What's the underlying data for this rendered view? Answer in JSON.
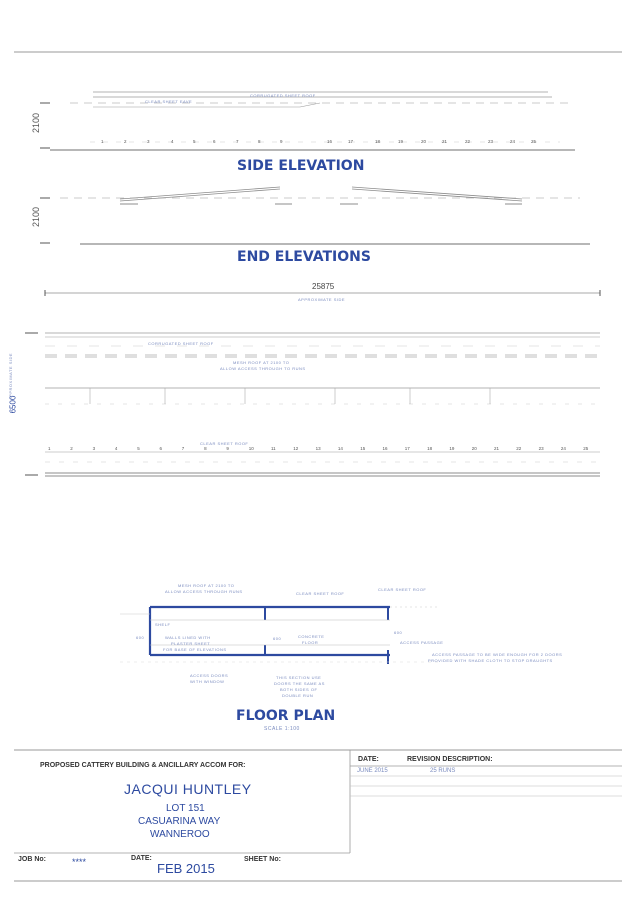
{
  "drawing": {
    "side_elevation": {
      "title": "SIDE ELEVATION",
      "height_dim": "2100",
      "roof_label": "CORRUGATED SHEET ROOF",
      "sheet_label": "CLEAR SHEET EAVE",
      "bay_numbers": [
        "1",
        "2",
        "3",
        "4",
        "5",
        "6",
        "7",
        "8",
        "9",
        "16",
        "17",
        "18",
        "19",
        "20",
        "21",
        "22",
        "23",
        "24",
        "25"
      ]
    },
    "end_elevations": {
      "title": "END ELEVATIONS",
      "height_dim": "2100"
    },
    "plan_section": {
      "length_dim": "25875",
      "length_note": "APPROXIMATE SIDE",
      "width_dim": "6500",
      "width_note": "APPROXIMATE SIDE",
      "roof_note": "CORRUGATED SHEET ROOF",
      "mesh_note_1": "MESH ROOF AT 2100 TO",
      "mesh_note_2": "ALLOW ACCESS THROUGH TO RUNS",
      "sheet_note": "CLEAR SHEET ROOF",
      "bay_numbers": [
        "1",
        "2",
        "3",
        "4",
        "5",
        "6",
        "7",
        "8",
        "9",
        "10",
        "11",
        "12",
        "13",
        "14",
        "15",
        "16",
        "17",
        "18",
        "19",
        "20",
        "21",
        "22",
        "23",
        "24",
        "25"
      ]
    },
    "floor_plan": {
      "title": "FLOOR PLAN",
      "scale": "SCALE 1:100",
      "note_mesh_1": "MESH ROOF AT 2100 TO",
      "note_mesh_2": "ALLOW ACCESS THROUGH RUNS",
      "note_clear_sheet": "CLEAR SHEET ROOF",
      "note_clear_sheet_2": "CLEAR SHEET ROOF",
      "note_shelf": "SHELF",
      "note_walls_1": "WALLS LINED WITH",
      "note_walls_2": "PLASTER SHEET",
      "note_walls_3": "FOR BASE OF ELEVATIONS",
      "note_concrete_1": "CONCRETE",
      "note_concrete_2": "FLOOR",
      "note_access_passage": "ACCESS PASSAGE",
      "note_access_doors_1": "ACCESS DOORS",
      "note_access_doors_2": "WITH WINDOW",
      "note_section_1": "THIS SECTION USE",
      "note_section_2": "DOORS THE SAME AS",
      "note_section_3": "BOTH SIDES OF",
      "note_section_4": "DOUBLE RUN",
      "note_right_1": "ACCESS PASSAGE TO BE WIDE ENOUGH FOR 2 DOORS",
      "note_right_2": "PROVIDED WITH SHADE CLOTH TO STOP DRAUGHTS",
      "dim_600": "600"
    }
  },
  "title_block": {
    "proposal": "PROPOSED CATTERY BUILDING & ANCILLARY ACCOM FOR:",
    "client": "JACQUI HUNTLEY",
    "address_1": "LOT 151",
    "address_2": "CASUARINA WAY",
    "address_3": "WANNEROO",
    "date_header": "DATE:",
    "revision_header": "REVISION DESCRIPTION:",
    "revision_date": "JUNE 2015",
    "revision_desc": "25 RUNS",
    "job_label": "JOB No:",
    "job_value": "****",
    "date_label": "DATE:",
    "date_value": "FEB 2015",
    "sheet_label": "SHEET No:"
  },
  "colors": {
    "ink": "#2d4aa0",
    "line": "#8c8c8c",
    "faint": "#b8b8b8"
  }
}
